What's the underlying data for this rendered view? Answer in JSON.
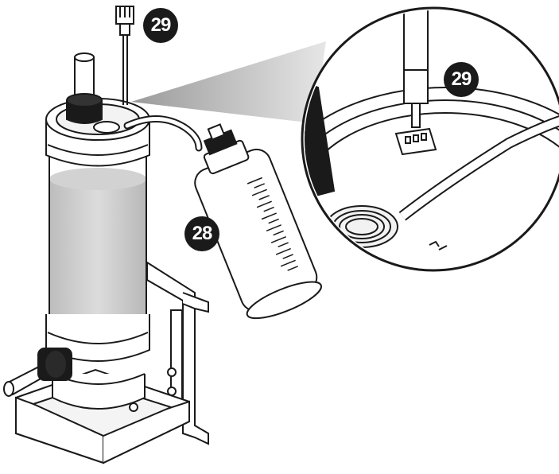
{
  "callouts": {
    "connector": "29",
    "bottle": "28",
    "detail_connector": "29"
  },
  "colors": {
    "line": "#1a1a1a",
    "fluid": "#c8c8c8",
    "badge": "#1a1a1a",
    "badge_text": "#ffffff"
  }
}
